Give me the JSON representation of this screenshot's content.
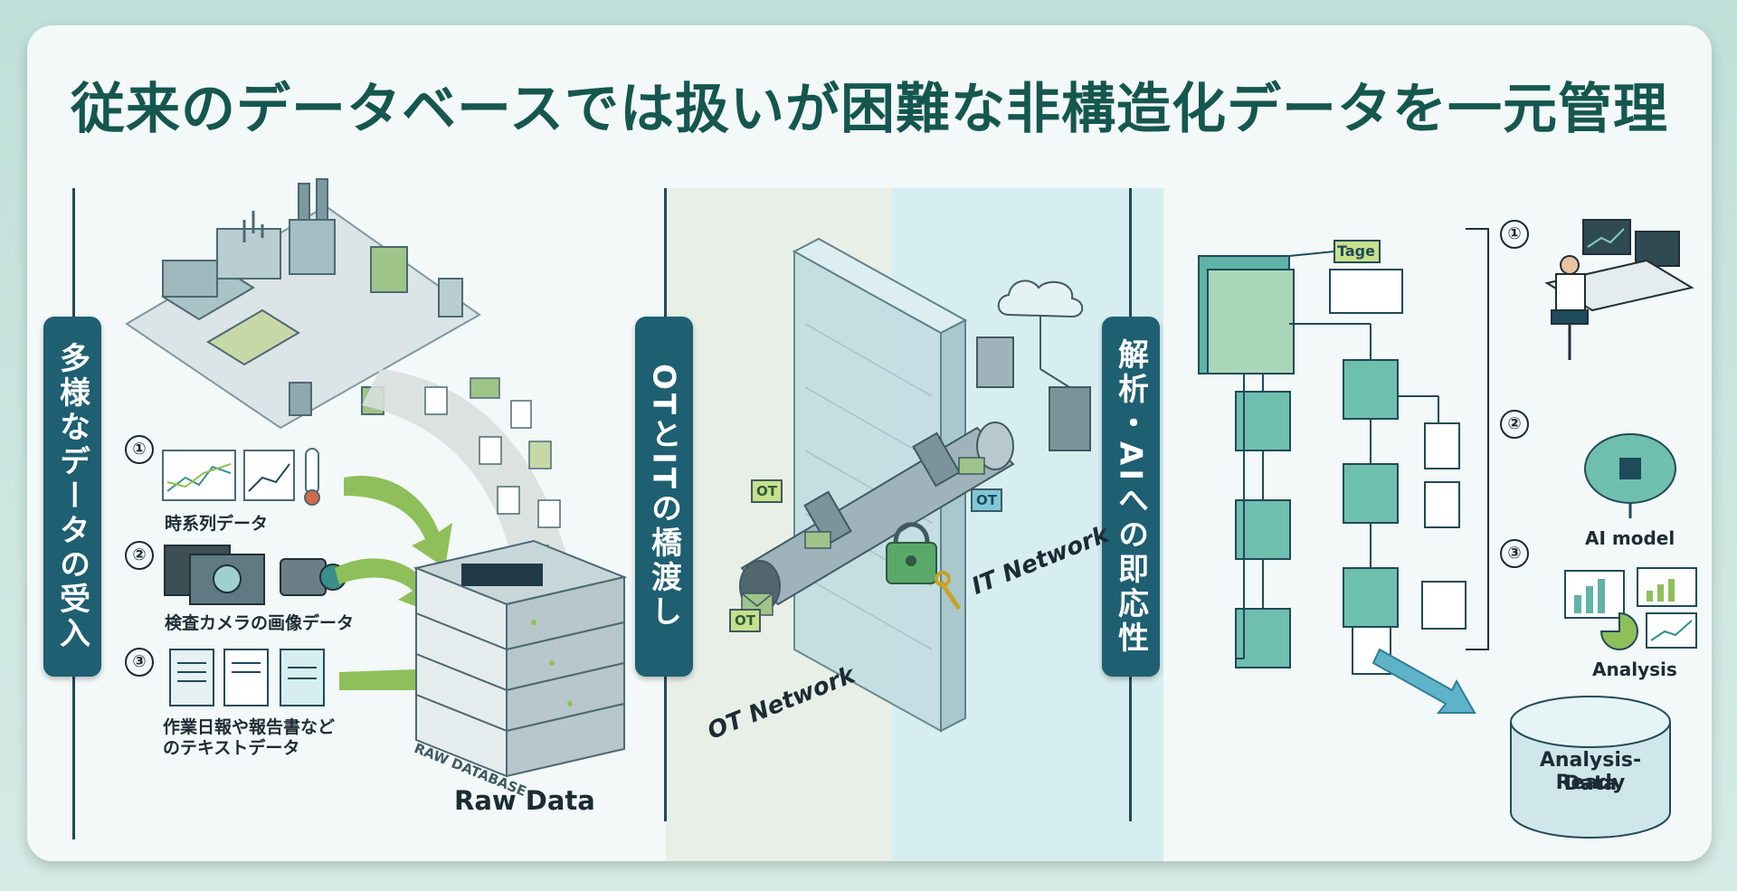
{
  "title": "従来のデータベースでは扱いが困難な非構造化データを一元管理",
  "sections": {
    "left": {
      "pillar": "多様なデータの受入",
      "steps": [
        {
          "num": "①",
          "label": "時系列データ"
        },
        {
          "num": "②",
          "label": "検査カメラの画像データ"
        },
        {
          "num": "③",
          "label_line1": "作業日報や報告書など",
          "label_line2": "のテキストデータ"
        }
      ],
      "db_label": "RAW DATABASE",
      "caption": "Raw Data"
    },
    "middle": {
      "pillar": "OTとITの橋渡し",
      "ot_network": "OT Network",
      "it_network": "IT Network",
      "ot_tag": "OT"
    },
    "right": {
      "pillar": "解析・AIへの即応性",
      "tag_label": "Tage",
      "items": [
        {
          "num": "①"
        },
        {
          "num": "②",
          "label": "AI model"
        },
        {
          "num": "③",
          "label": "Analysis"
        }
      ],
      "db_label_line1": "Analysis-Ready",
      "db_label_line2": "Data"
    }
  },
  "colors": {
    "title": "#15574f",
    "pillar": "#1e5f72",
    "accent_green": "#8fbf5a",
    "teal": "#2f8f8a",
    "light_teal": "#d7eef0"
  }
}
